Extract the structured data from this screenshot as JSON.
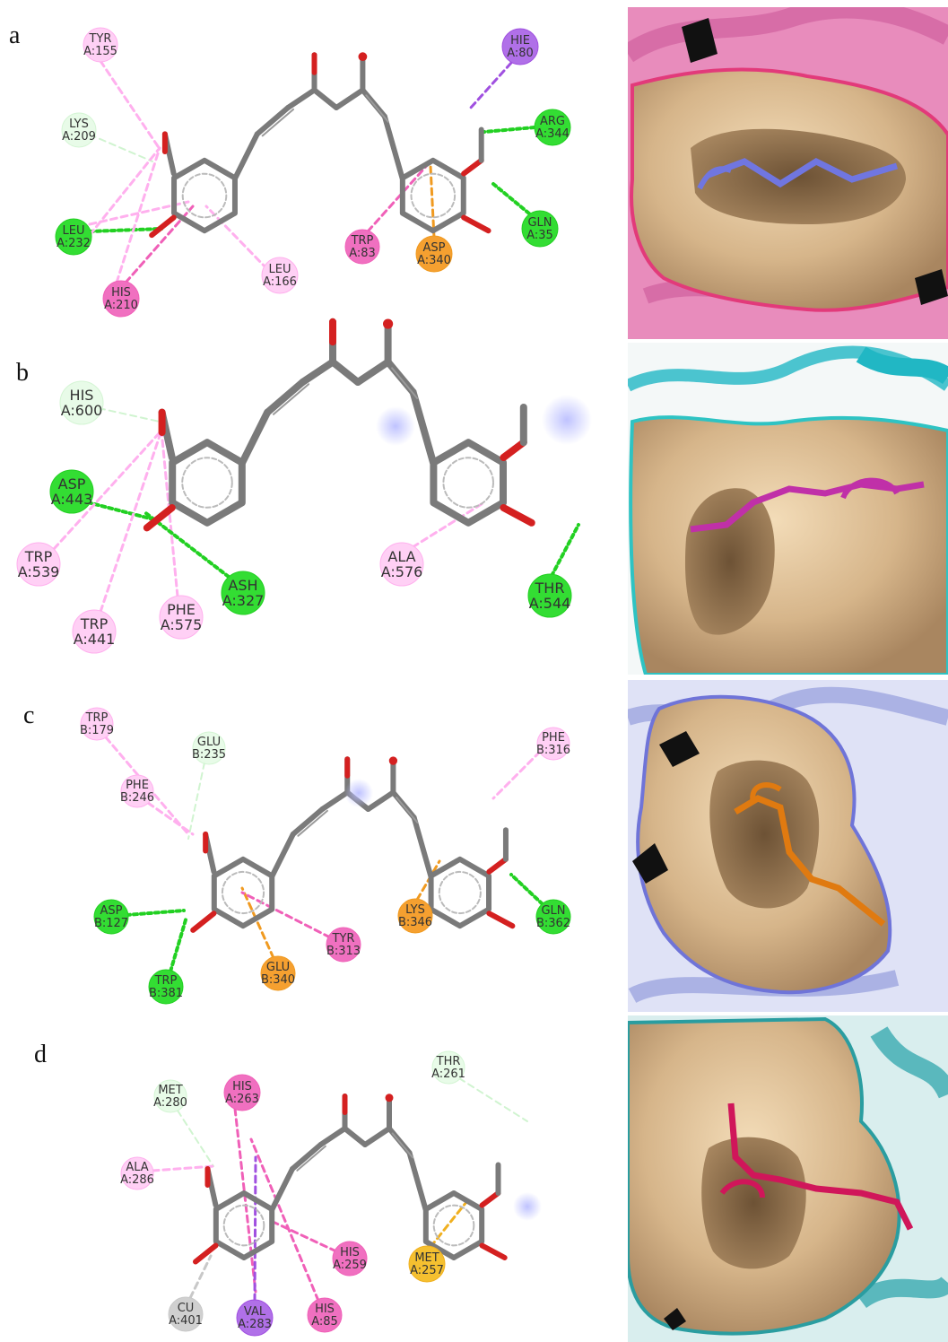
{
  "colors": {
    "hbond": "#22d022",
    "hbond_fill": "#33dd33",
    "pi_alkyl": "#ffb0ee",
    "pi_alkyl_fill": "#ffd0f5",
    "pi_pi": "#f060b8",
    "pi_pi_fill": "#f070c0",
    "vdw": "#d0f4d0",
    "vdw_fill": "#e6fbe6",
    "pi_anion": "#f09a20",
    "pi_anion_fill": "#f5a030",
    "pi_sigma": "#a050e0",
    "pi_sigma_fill": "#b070e8",
    "pi_sulfur": "#f0b020",
    "pi_sulfur_fill": "#f5c030",
    "metal": "#c8c8c8",
    "metal_fill": "#d0d0d0",
    "bond": "#7a7a7a",
    "oxygen": "#d42020",
    "sand": "#d9b98e",
    "shadow": "#8a6a45"
  },
  "panels": [
    {
      "label": "a",
      "residues": [
        {
          "id": "a1",
          "name": "TYR",
          "pos": "A:155",
          "kind": "pi_alkyl"
        },
        {
          "id": "a2",
          "name": "LYS",
          "pos": "A:209",
          "kind": "vdw"
        },
        {
          "id": "a3",
          "name": "LEU",
          "pos": "A:232",
          "kind": "hbond"
        },
        {
          "id": "a4",
          "name": "HIS",
          "pos": "A:210",
          "kind": "pi_pi"
        },
        {
          "id": "a5",
          "name": "LEU",
          "pos": "A:166",
          "kind": "pi_alkyl"
        },
        {
          "id": "a6",
          "name": "TRP",
          "pos": "A:83",
          "kind": "pi_pi"
        },
        {
          "id": "a7",
          "name": "ASP",
          "pos": "A:340",
          "kind": "pi_anion"
        },
        {
          "id": "a8",
          "name": "HIE",
          "pos": "A:80",
          "kind": "pi_sigma"
        },
        {
          "id": "a9",
          "name": "ARG",
          "pos": "A:344",
          "kind": "hbond"
        },
        {
          "id": "a10",
          "name": "GLN",
          "pos": "A:35",
          "kind": "hbond"
        }
      ]
    },
    {
      "label": "b",
      "residues": [
        {
          "id": "b1",
          "name": "HIS",
          "pos": "A:600",
          "kind": "vdw"
        },
        {
          "id": "b2",
          "name": "ASP",
          "pos": "A:443",
          "kind": "hbond"
        },
        {
          "id": "b3",
          "name": "TRP",
          "pos": "A:539",
          "kind": "pi_alkyl"
        },
        {
          "id": "b4",
          "name": "TRP",
          "pos": "A:441",
          "kind": "pi_alkyl"
        },
        {
          "id": "b5",
          "name": "PHE",
          "pos": "A:575",
          "kind": "pi_alkyl"
        },
        {
          "id": "b6",
          "name": "ASH",
          "pos": "A:327",
          "kind": "hbond"
        },
        {
          "id": "b7",
          "name": "ALA",
          "pos": "A:576",
          "kind": "pi_alkyl"
        },
        {
          "id": "b8",
          "name": "THR",
          "pos": "A:544",
          "kind": "hbond"
        }
      ]
    },
    {
      "label": "c",
      "residues": [
        {
          "id": "c1",
          "name": "TRP",
          "pos": "B:179",
          "kind": "pi_alkyl"
        },
        {
          "id": "c2",
          "name": "GLU",
          "pos": "B:235",
          "kind": "vdw"
        },
        {
          "id": "c3",
          "name": "PHE",
          "pos": "B:246",
          "kind": "pi_alkyl"
        },
        {
          "id": "c4",
          "name": "ASP",
          "pos": "B:127",
          "kind": "hbond"
        },
        {
          "id": "c5",
          "name": "TRP",
          "pos": "B:381",
          "kind": "hbond"
        },
        {
          "id": "c6",
          "name": "GLU",
          "pos": "B:340",
          "kind": "pi_anion"
        },
        {
          "id": "c7",
          "name": "TYR",
          "pos": "B:313",
          "kind": "pi_pi"
        },
        {
          "id": "c8",
          "name": "LYS",
          "pos": "B:346",
          "kind": "pi_anion"
        },
        {
          "id": "c9",
          "name": "PHE",
          "pos": "B:316",
          "kind": "pi_alkyl"
        },
        {
          "id": "c10",
          "name": "GLN",
          "pos": "B:362",
          "kind": "hbond"
        }
      ]
    },
    {
      "label": "d",
      "residues": [
        {
          "id": "d1",
          "name": "MET",
          "pos": "A:280",
          "kind": "vdw"
        },
        {
          "id": "d2",
          "name": "HIS",
          "pos": "A:263",
          "kind": "pi_pi"
        },
        {
          "id": "d3",
          "name": "ALA",
          "pos": "A:286",
          "kind": "pi_alkyl"
        },
        {
          "id": "d4",
          "name": "HIS",
          "pos": "A:259",
          "kind": "pi_pi"
        },
        {
          "id": "d5",
          "name": "HIS",
          "pos": "A:85",
          "kind": "pi_pi"
        },
        {
          "id": "d6",
          "name": "CU",
          "pos": "A:401",
          "kind": "metal"
        },
        {
          "id": "d7",
          "name": "VAL",
          "pos": "A:283",
          "kind": "pi_sigma"
        },
        {
          "id": "d8",
          "name": "MET",
          "pos": "A:257",
          "kind": "pi_sulfur"
        },
        {
          "id": "d9",
          "name": "THR",
          "pos": "A:261",
          "kind": "vdw"
        }
      ]
    }
  ]
}
